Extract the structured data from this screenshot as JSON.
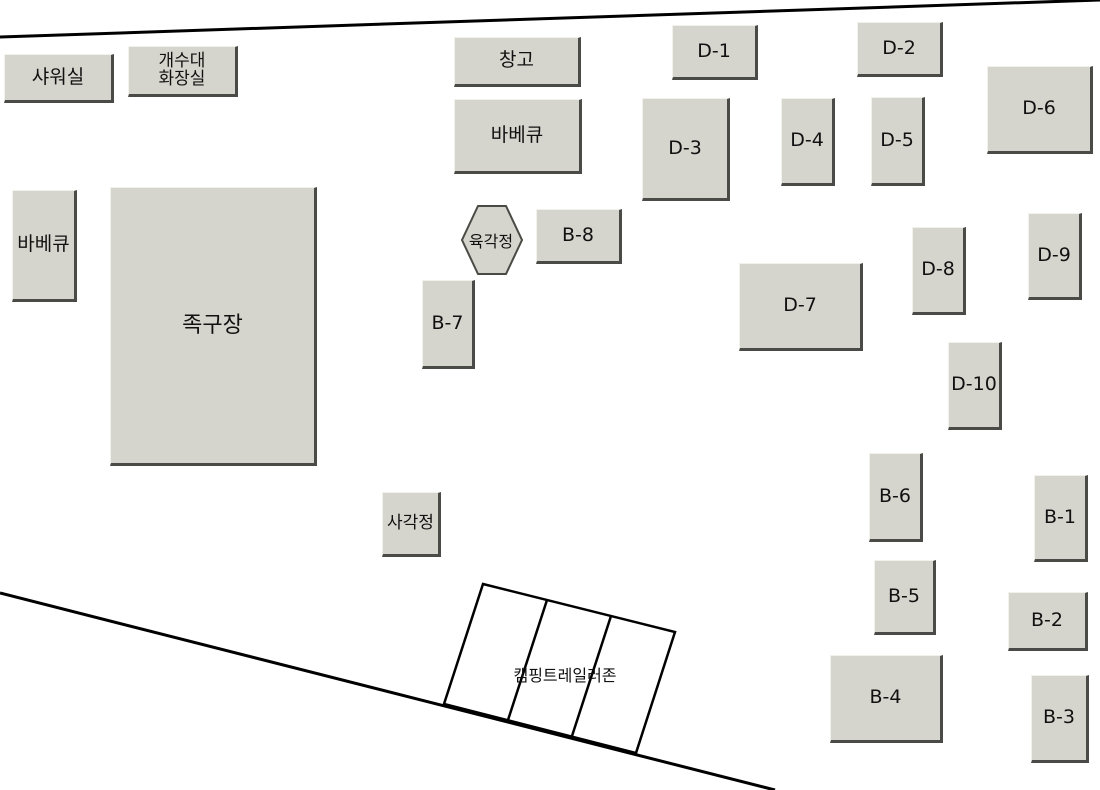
{
  "map": {
    "facilities": {
      "shower": "샤워실",
      "washroom": "개수대\n화장실",
      "storage": "창고",
      "bbq_center": "바베큐",
      "bbq_left": "바베큐",
      "foot_volleyball": "족구장",
      "hexagon_pavilion": "육각정",
      "square_pavilion": "사각정",
      "camping_trailer_zone": "캠핑트레일러존"
    },
    "sites": {
      "D1": "D-1",
      "D2": "D-2",
      "D3": "D-3",
      "D4": "D-4",
      "D5": "D-5",
      "D6": "D-6",
      "D7": "D-7",
      "D8": "D-8",
      "D9": "D-9",
      "D10": "D-10",
      "B1": "B-1",
      "B2": "B-2",
      "B3": "B-3",
      "B4": "B-4",
      "B5": "B-5",
      "B6": "B-6",
      "B7": "B-7",
      "B8": "B-8"
    },
    "colors": {
      "plot_fill": "#d6d5cd",
      "plot_shadow": "#4a4a46",
      "line": "#000000"
    }
  }
}
